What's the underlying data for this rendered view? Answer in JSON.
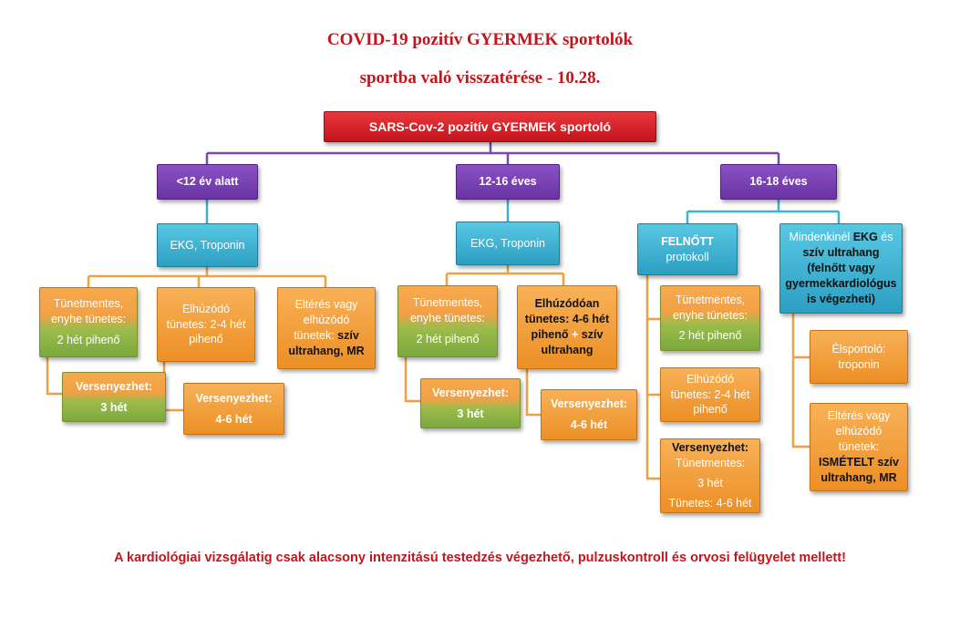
{
  "title_line1": "COVID-19 pozitív GYERMEK sportolók",
  "title_line2": "sportba való visszatérése - 10.28.",
  "root": "SARS-Cov-2 pozitív GYERMEK sportoló",
  "col1": {
    "age": "<12 év alatt",
    "test": "EKG, Troponin",
    "a": {
      "l1": "Tünetmentes,",
      "l2": "enyhe tünetes:",
      "l3": "2 hét pihenő"
    },
    "a2": {
      "l1": "Versenyezhet:",
      "l2": "3 hét"
    },
    "b": {
      "l1": "Elhúzódó",
      "l2": "tünetes: 2-4 hét",
      "l3": "pihenő"
    },
    "b2": {
      "l1": "Versenyezhet:",
      "l2": "4-6 hét"
    },
    "c": {
      "l1": "Eltérés vagy",
      "l2": "elhúzódó",
      "l3a": "tünetek: ",
      "l3b": "szív",
      "l4": "ultrahang, MR"
    }
  },
  "col2": {
    "age": "12-16 éves",
    "test": "EKG, Troponin",
    "a": {
      "l1": "Tünetmentes,",
      "l2": "enyhe tünetes:",
      "l3": "2 hét pihenő"
    },
    "a2": {
      "l1": "Versenyezhet:",
      "l2": "3 hét"
    },
    "b": {
      "l1": "Elhúzódóan",
      "l2": "tünetes: 4-6 hét",
      "l3a": "pihenő",
      "l3b": "+",
      "l3c": "szív",
      "l4": "ultrahang"
    },
    "b2": {
      "l1": "Versenyezhet:",
      "l2": "4-6 hét"
    }
  },
  "col3": {
    "age": "16-18 éves",
    "adult": {
      "l1": "FELNŐTT",
      "l2": "protokoll"
    },
    "all": {
      "l1a": "Mindenkinél ",
      "l1b": "EKG",
      "l1c": " és",
      "l2": "szív ultrahang",
      "l3": "(felnőtt vagy",
      "l4": "gyermekkardiológus",
      "l5": "is végezheti)"
    },
    "a": {
      "l1": "Tünetmentes,",
      "l2": "enyhe tünetes:",
      "l3": "2 hét pihenő"
    },
    "b": {
      "l1": "Elhúzódó",
      "l2": "tünetes: 2-4 hét",
      "l3": "pihenő"
    },
    "c": {
      "l1": "Versenyezhet:",
      "l2": "Tünetmentes:",
      "l3": "3 hét",
      "l4": "Tünetes: 4-6 hét"
    },
    "d": {
      "l1": "Élsportoló:",
      "l2": "troponin"
    },
    "e": {
      "l1": "Eltérés vagy",
      "l2": "elhúzódó",
      "l3": "tünetek:",
      "l4": "ISMÉTELT szív",
      "l5": "ultrahang, MR"
    }
  },
  "footnote": "A kardiológiai vizsgálatig csak alacsony intenzitású testedzés végezhető, pulzuskontroll és orvosi felügyelet mellett!"
}
